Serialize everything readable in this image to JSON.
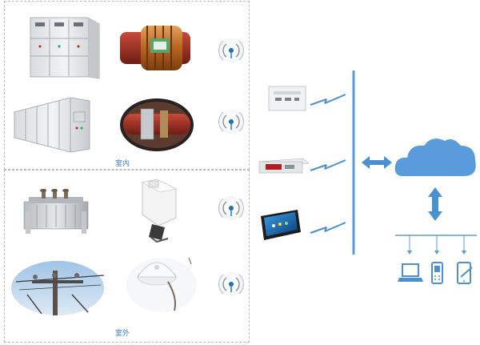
{
  "zones": {
    "indoor_label": "室内",
    "outdoor_label": "室外"
  },
  "icons": {
    "devices": [
      "switchgear-cabinet",
      "current-transformer-coil",
      "switchgear-cabinet-row",
      "cable-sensor-joint",
      "power-transformer",
      "clamp-sensor",
      "pole-line-insulators",
      "dome-sensor"
    ],
    "wireless": [
      "wireless-signal-icon",
      "wireless-signal-icon",
      "wireless-signal-icon",
      "wireless-signal-icon"
    ],
    "receivers": [
      "panel-receiver-unit",
      "rack-receiver-unit",
      "touch-screen-terminal"
    ],
    "network": [
      "cloud-icon",
      "bidirectional-arrow-icon",
      "laptop-icon",
      "mobile-phone-icon",
      "tablet-icon"
    ]
  },
  "colors": {
    "accent": "#4a90d2",
    "bus": "#5b9bd5",
    "label": "#3d7ec4",
    "panel_border": "#b9b9b9"
  }
}
